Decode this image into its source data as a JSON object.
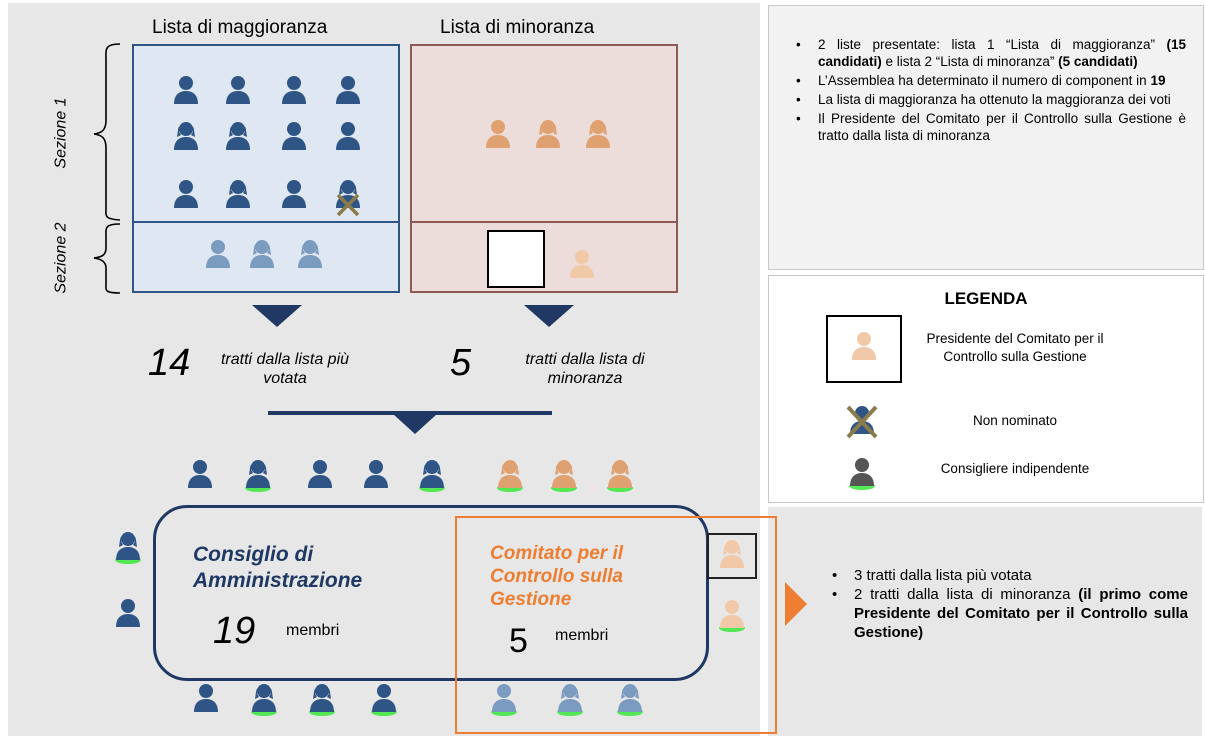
{
  "colors": {
    "maj_dark": "#2f5586",
    "maj_light": "#7b9bc0",
    "min_orange": "#e0a170",
    "min_light": "#f2c9a8",
    "navy": "#1f3864",
    "orange": "#ed7d31",
    "brown": "#8c5a52",
    "maj_bg": "#dfe7f2",
    "min_bg": "#ecdcda",
    "green_glow": "#39e639",
    "cross": "#8b7b4a"
  },
  "headers": {
    "maggioranza": "Lista di maggioranza",
    "minoranza": "Lista di minoranza"
  },
  "sections": {
    "s1": "Sezione 1",
    "s2": "Sezione 2"
  },
  "tratti": {
    "maj_num": "14",
    "maj_text": "tratti dalla lista più votata",
    "min_num": "5",
    "min_text": "tratti dalla lista di minoranza"
  },
  "info": {
    "items": [
      [
        "2 liste presentate: lista 1 “Lista di maggioranza” ",
        "(15 candidati)",
        " e lista 2 “Lista di minoranza” ",
        "(5 candidati)",
        ""
      ],
      [
        "L’Assemblea ha determinato il numero di component in ",
        "19",
        "",
        "",
        ""
      ],
      [
        "La lista di maggioranza ha ottenuto la maggioranza dei voti",
        "",
        "",
        "",
        ""
      ],
      [
        "Il Presidente del Comitato per il Controllo sulla Gestione è tratto dalla lista di minoranza",
        "",
        "",
        "",
        ""
      ]
    ]
  },
  "legend": {
    "title": "LEGENDA",
    "presidente": "Presidente del Comitato per il Controllo sulla Gestione",
    "non_nominato": "Non nominato",
    "indipendente": "Consigliere indipendente"
  },
  "cda": {
    "title_line1": "Consiglio di",
    "title_line2": "Amministrazione",
    "num": "19",
    "membri": "membri"
  },
  "comitato": {
    "title_line1": "Comitato per il",
    "title_line2": "Controllo sulla",
    "title_line3": "Gestione",
    "num": "5",
    "membri": "membri"
  },
  "bottom_right": {
    "item1": "3 tratti dalla lista più votata",
    "item2_normal": "2 tratti dalla lista di minoranza ",
    "item2_bold": "(il primo come Presidente del Comitato per il Controllo sulla Gestione)"
  }
}
